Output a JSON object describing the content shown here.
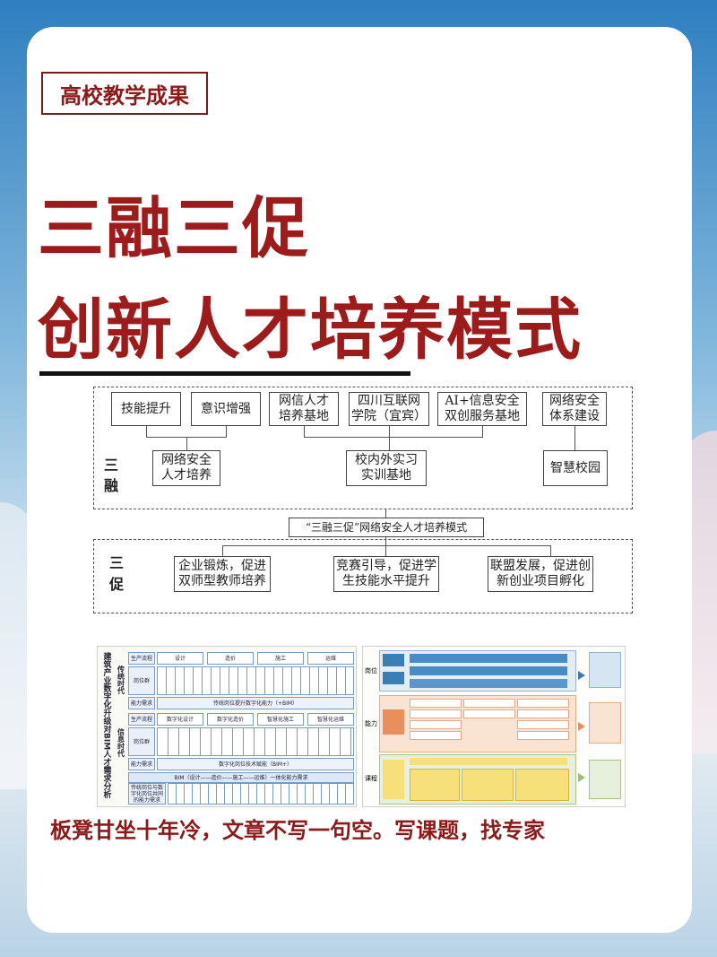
{
  "tag": "高校教学成果",
  "title_line1": "三融三促",
  "title_line2": "创新人才培养模式",
  "diagram": {
    "san_rong_label": [
      "三",
      "融"
    ],
    "top_boxes": [
      "技能提升",
      "意识增强",
      "网信人才\n培养基地",
      "四川互联网\n学院（宜宾）",
      "AI+信息安全\n双创服务基地",
      "网络安全\n体系建设"
    ],
    "mid_boxes": [
      "网络安全\n人才培养",
      "校内外实习\n实训基地",
      "智慧校园"
    ],
    "center_title": "“三融三促”网络安全人才培养模式",
    "san_cu_label": [
      "三",
      "促"
    ],
    "bottom_boxes": [
      "企业锻炼，促进\n双师型教师培养",
      "竞赛引导，促进学\n生技能水平提升",
      "联盟发展，促进创\n新创业项目孵化"
    ]
  },
  "thumb_left": {
    "side_title": "建筑产业数字化升级对BIM人才需求分析",
    "era1": "传统时代",
    "era2": "信息时代",
    "row_labels": [
      "生产流程",
      "岗位群",
      "能力需求",
      "生产流程",
      "岗位群",
      "能力需求"
    ],
    "stages1": [
      "设计",
      "造价",
      "施工",
      "运维"
    ],
    "stages2": [
      "数字化设计",
      "数字化造价",
      "智慧化施工",
      "智慧化运维"
    ],
    "bar1": "传统岗位提升数字化能力（+BIM）",
    "bar2": "数字化岗位技术赋能（BIM+）",
    "bar3": "BIM（设计——造价——施工——运维）一体化能力需求",
    "bottom_label": "传统岗位与数字化岗位共同的能力需求"
  },
  "thumb_right": {
    "col_labels": [
      "岗位",
      "能力",
      "课程"
    ]
  },
  "bottom_text": "板凳甘坐十年冷，文章不写一句空。写课题，找专家"
}
